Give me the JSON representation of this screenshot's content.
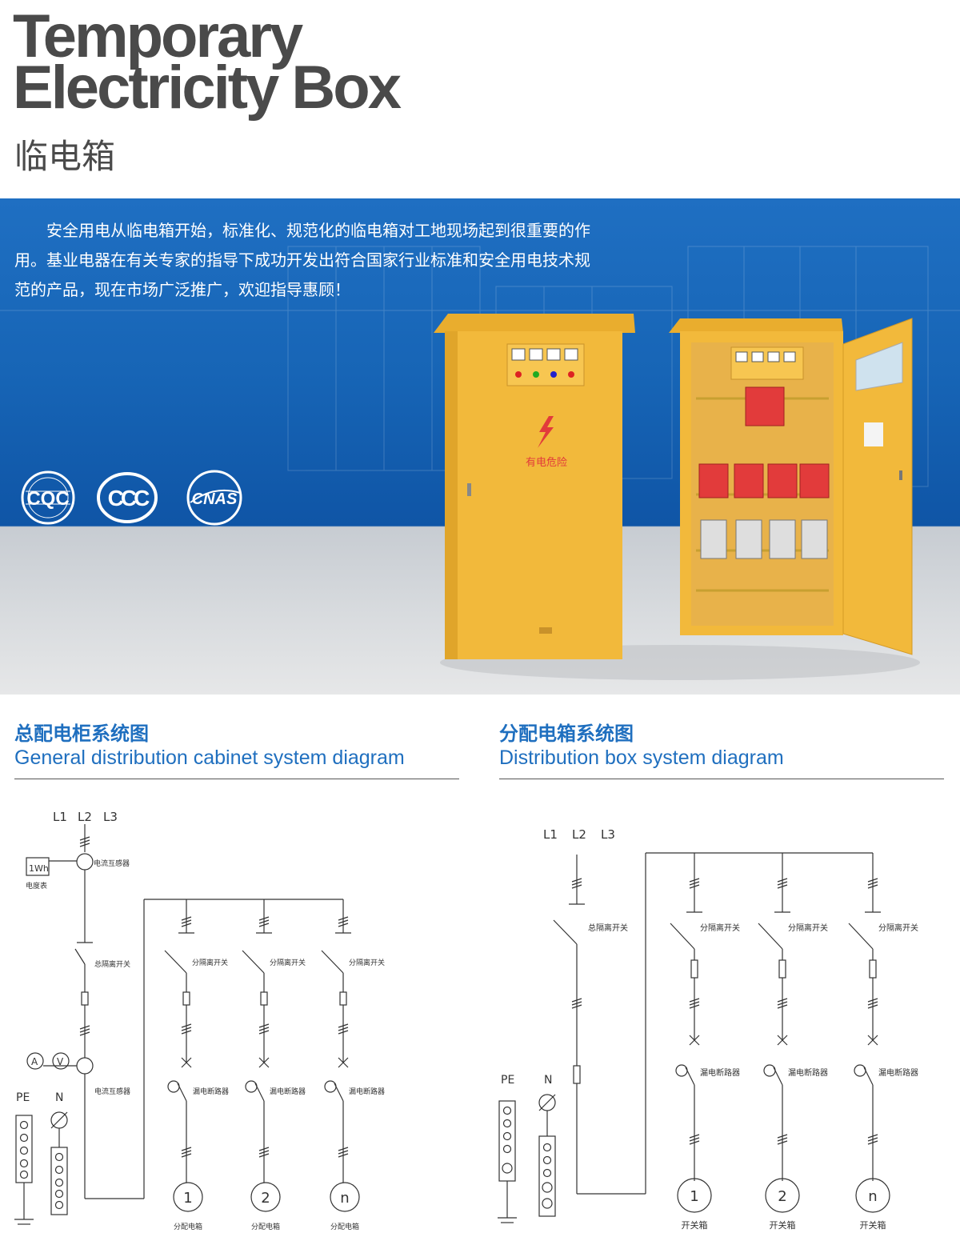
{
  "header": {
    "title_line1": "Temporary",
    "title_line2": "Electricity Box",
    "title_cn": "临电箱"
  },
  "hero": {
    "description": "安全用电从临电箱开始，标准化、规范化的临电箱对工地现场起到很重要的作用。基业电器在有关专家的指导下成功开发出符合国家行业标准和安全用电技术规范的产品，现在市场广泛推广，欢迎指导惠顾！",
    "certifications": [
      "CQC",
      "CCC",
      "CNAS"
    ],
    "cabinet_warning": "有电危险"
  },
  "section_general": {
    "title_cn": "总配电柜系统图",
    "title_en": "General distribution cabinet system diagram",
    "phases": [
      "L1",
      "L2",
      "L3"
    ],
    "meter_text": "1Wh",
    "meter_label": "电度表",
    "ct_label_top": "电流互感器",
    "ct_label_bottom": "电流互感器",
    "main_switch_label": "总隔离开关",
    "branch_switch_label": "分隔离开关",
    "rcd_label": "漏电断路器",
    "ammeter": "A",
    "voltmeter": "V",
    "pe_label": "PE",
    "n_label": "N",
    "outputs": [
      {
        "num": "1",
        "label": "分配电箱"
      },
      {
        "num": "2",
        "label": "分配电箱"
      },
      {
        "num": "n",
        "label": "分配电箱"
      }
    ]
  },
  "section_distribution": {
    "title_cn": "分配电箱系统图",
    "title_en": "Distribution box system diagram",
    "phases": [
      "L1",
      "L2",
      "L3"
    ],
    "main_switch_label": "总隔离开关",
    "branch_switch_label": "分隔离开关",
    "rcd_label": "漏电断路器",
    "pe_label": "PE",
    "n_label": "N",
    "outputs": [
      {
        "num": "1",
        "label": "开关箱"
      },
      {
        "num": "2",
        "label": "开关箱"
      },
      {
        "num": "n",
        "label": "开关箱"
      }
    ]
  },
  "colors": {
    "title_gray": "#4a4a4a",
    "accent_blue": "#1f6fbf",
    "hero_blue": "#1765b6",
    "cabinet_yellow": "#f2b93b",
    "breaker_red": "#e23b3b"
  }
}
